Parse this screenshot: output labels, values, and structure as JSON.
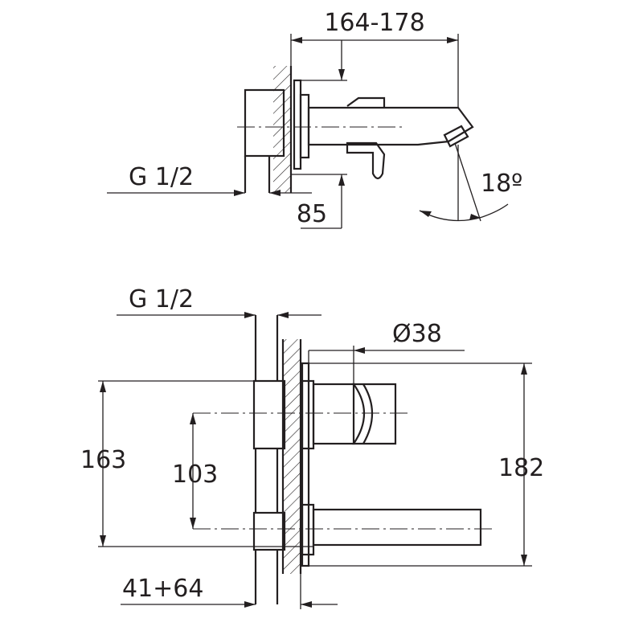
{
  "top_view": {
    "dim_length": "164-178",
    "dim_thread": "G 1/2",
    "dim_depth": "85",
    "dim_angle": "18º"
  },
  "front_view": {
    "dim_thread": "G 1/2",
    "dim_diameter": "Ø38",
    "dim_height_total": "163",
    "dim_height_centers": "103",
    "dim_height_plate": "182",
    "dim_wall_depth": "41+64"
  }
}
